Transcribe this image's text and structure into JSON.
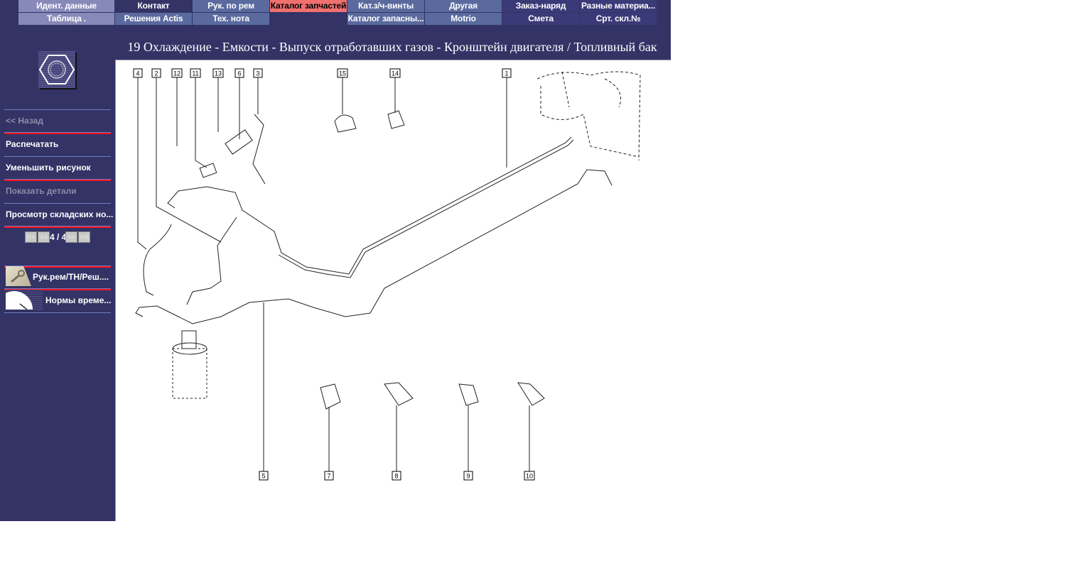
{
  "topnav": {
    "row1": [
      "Идент. данные",
      "Контакт",
      "Рук. по рем",
      "Каталог запчастей",
      "Кат.з/ч-винты",
      "Другая",
      "Заказ-наряд",
      "Разные материа..."
    ],
    "row2": [
      "Таблица .",
      "Решения Actis",
      "Тех. нота",
      "",
      "Каталог запасны...",
      "Motrio",
      "Смета",
      "Срт. скл.№"
    ],
    "active": "Каталог запчастей"
  },
  "title": "19 Охлаждение - Емкости - Выпуск отработавших газов - Кронштейн двигателя / Топливный бак",
  "sidebar": {
    "back": "<< Назад",
    "print": "Распечатать",
    "shrink": "Уменьшить рисунок",
    "show_details": "Показать детали",
    "stock_view": "Просмотр складских но...",
    "pager": {
      "first": "|<<",
      "prev": "<<",
      "text": "4 / 4",
      "next": ">>",
      "last": ">>|"
    },
    "tools": [
      {
        "label": "Рук.рем/ТН/Реш....",
        "icon": "wrench-icon"
      },
      {
        "label": "Нормы време...",
        "icon": "clock-icon"
      }
    ]
  },
  "diagram": {
    "top_callouts": [
      "4",
      "2",
      "12",
      "11",
      "13",
      "6",
      "3",
      "15",
      "14",
      "1"
    ],
    "bottom_callouts": [
      "5",
      "7",
      "8",
      "9",
      "10"
    ]
  },
  "colors": {
    "background": "#333366",
    "active_tab": "#f07070",
    "separator": "#ff1020"
  }
}
